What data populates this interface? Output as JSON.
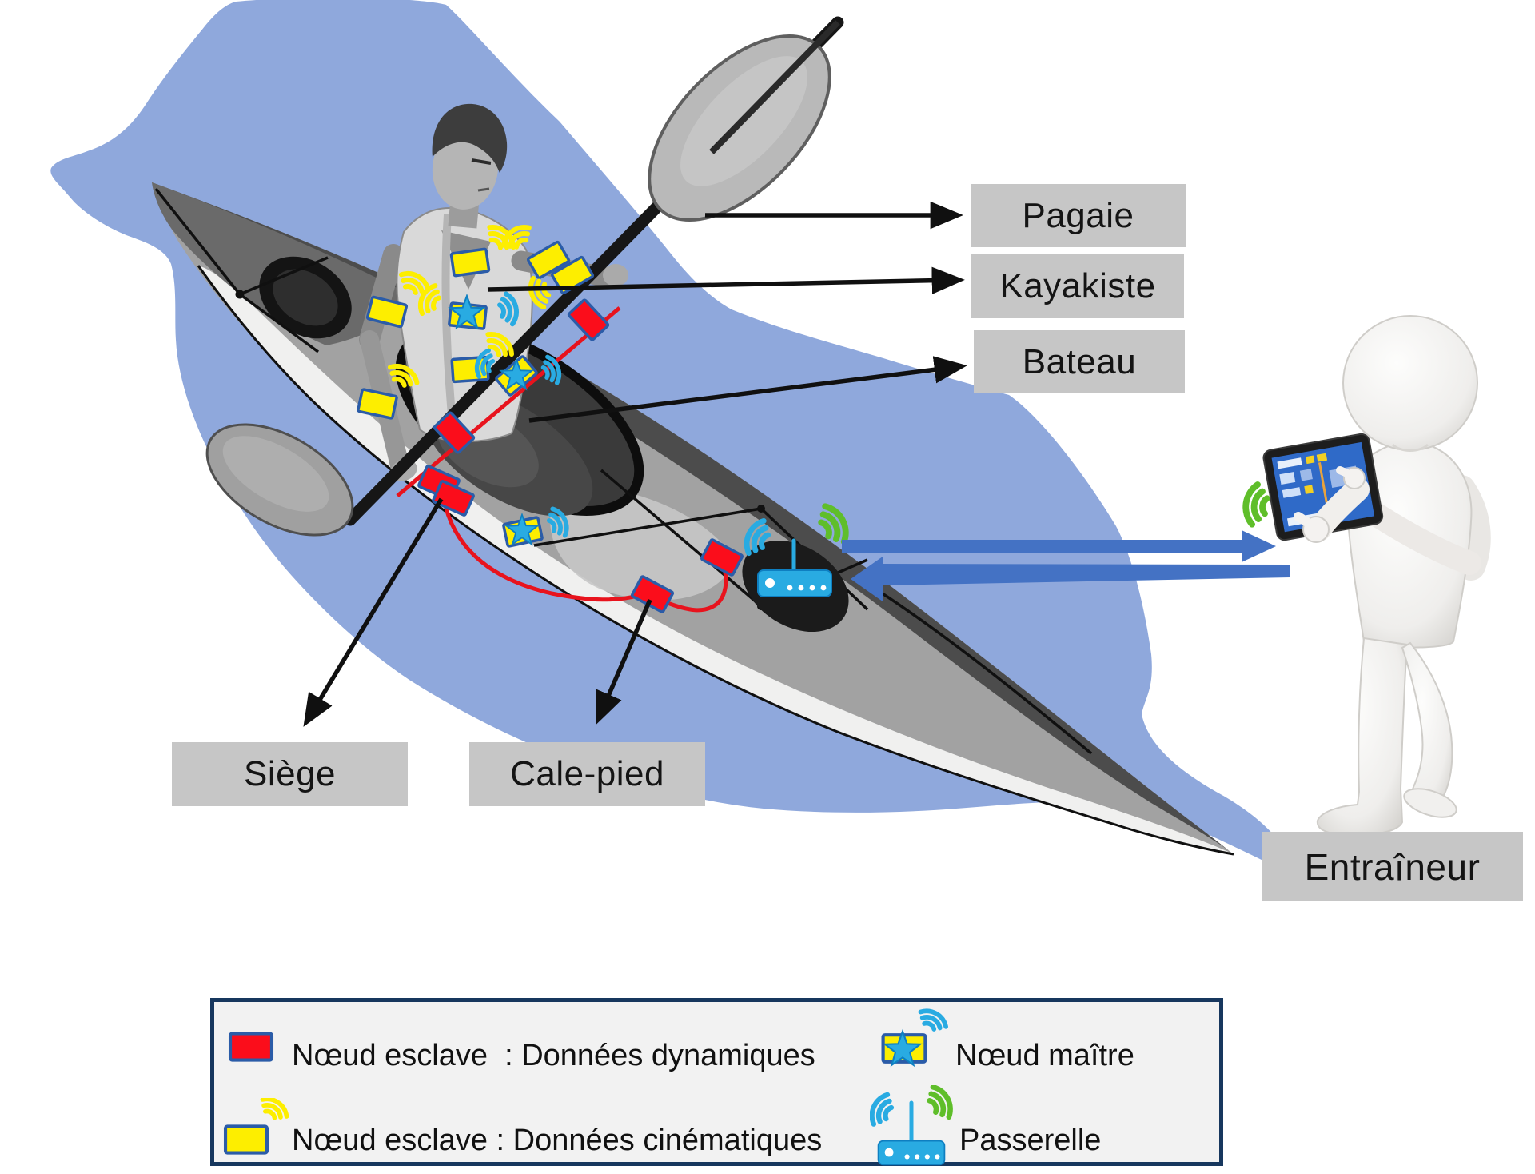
{
  "callouts": {
    "pagaie": "Pagaie",
    "kayakiste": "Kayakiste",
    "bateau": "Bateau",
    "siege": "Siège",
    "cale_pied": "Cale-pied",
    "entraineur": "Entraîneur"
  },
  "legend": {
    "items": [
      {
        "id": "slave-dynamic",
        "icon": "red-node-icon",
        "label": "Nœud esclave  : Données dynamiques"
      },
      {
        "id": "slave-kinematic",
        "icon": "yellow-node-wifi-icon",
        "label": "Nœud esclave : Données cinématiques"
      },
      {
        "id": "master",
        "icon": "master-node-icon",
        "label": "Nœud maître"
      },
      {
        "id": "gateway",
        "icon": "gateway-router-icon",
        "label": "Passerelle"
      }
    ]
  },
  "colors": {
    "water": "#8fa8dc",
    "slave_dynamic": "#fb0d1b",
    "slave_kinematic": "#fdee00",
    "node_border": "#2b5ca8",
    "master_star": "#29abe2",
    "wifi_blue": "#29abe2",
    "wifi_green": "#5fbe2a",
    "comm_arrow": "#4472c4",
    "label_bg": "#c6c6c6",
    "legend_border": "#17375e",
    "legend_bg": "#f2f2f2"
  }
}
